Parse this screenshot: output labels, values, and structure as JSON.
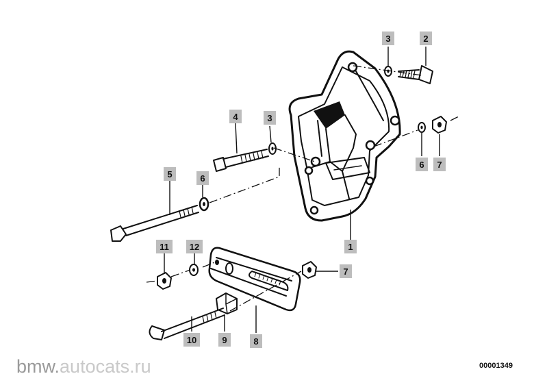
{
  "watermark": {
    "prefix": "bmw.",
    "domain": "autocats.ru"
  },
  "diagram_code": "00001349",
  "callouts": [
    {
      "id": "c1",
      "label": "1"
    },
    {
      "id": "c2",
      "label": "2"
    },
    {
      "id": "c3a",
      "label": "3"
    },
    {
      "id": "c3b",
      "label": "3"
    },
    {
      "id": "c4",
      "label": "4"
    },
    {
      "id": "c5",
      "label": "5"
    },
    {
      "id": "c6a",
      "label": "6"
    },
    {
      "id": "c6b",
      "label": "6"
    },
    {
      "id": "c7a",
      "label": "7"
    },
    {
      "id": "c7b",
      "label": "7"
    },
    {
      "id": "c8",
      "label": "8"
    },
    {
      "id": "c9",
      "label": "9"
    },
    {
      "id": "c10",
      "label": "10"
    },
    {
      "id": "c11",
      "label": "11"
    },
    {
      "id": "c12",
      "label": "12"
    }
  ]
}
